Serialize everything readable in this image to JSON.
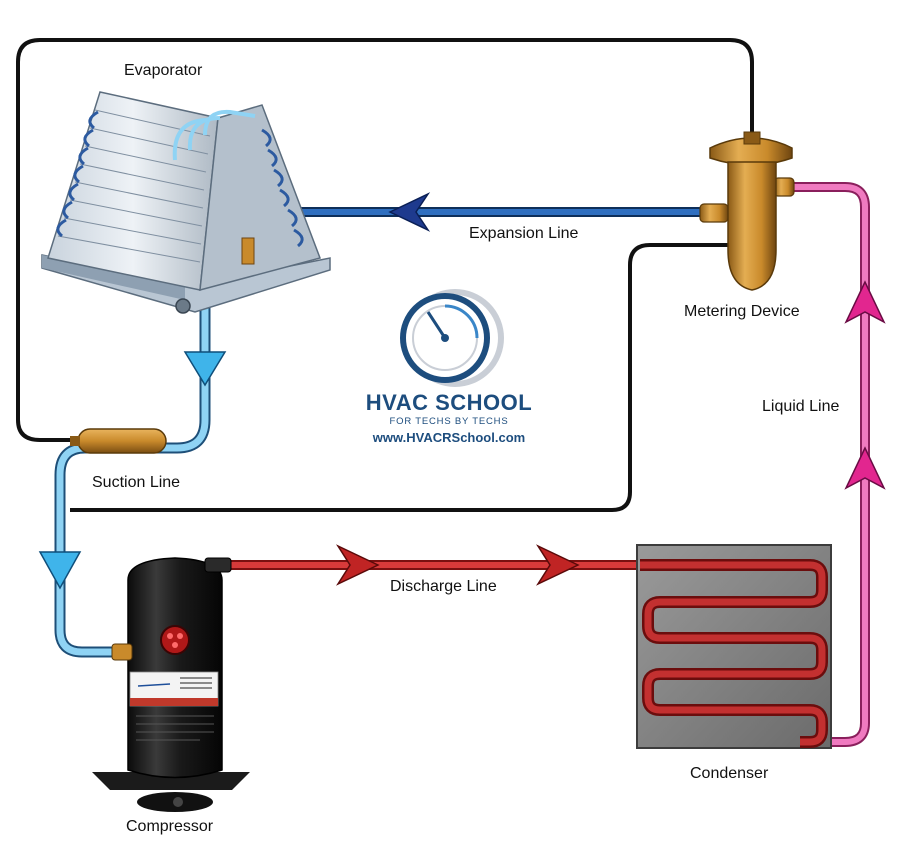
{
  "labels": {
    "evaporator": "Evaporator",
    "expansion_line": "Expansion Line",
    "metering_device": "Metering Device",
    "liquid_line": "Liquid Line",
    "suction_line": "Suction Line",
    "discharge_line": "Discharge Line",
    "condenser": "Condenser",
    "compressor": "Compressor"
  },
  "logo": {
    "title": "HVAC SCHOOL",
    "tagline": "FOR TECHS BY TECHS",
    "url": "www.HVACRSchool.com"
  },
  "colors": {
    "suction": "#8fd3f4",
    "expansion": "#2f6fc0",
    "discharge": "#d83a3a",
    "liquid": "#f07ac0",
    "sensing_line": "#111111",
    "brass": "#c98a2b",
    "logo": "#1d4d7e"
  }
}
